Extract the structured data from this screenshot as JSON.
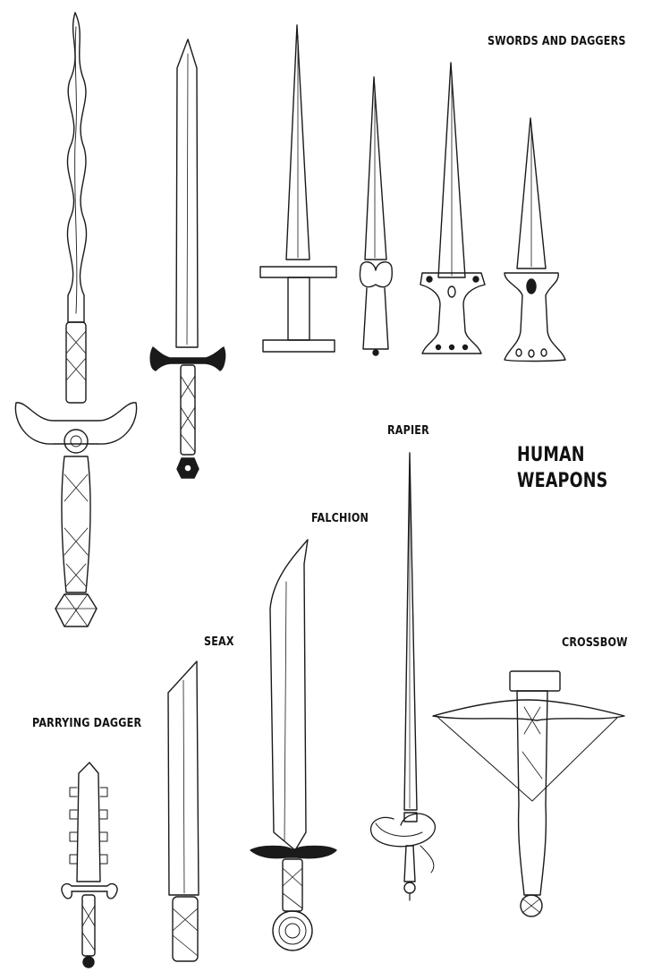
{
  "sheet": {
    "heading_line1": "HUMAN",
    "heading_line2": "WEAPONS",
    "labels": {
      "swords": "SWORDS AND DAGGERS",
      "rapier": "RAPIER",
      "falchion": "FALCHION",
      "seax": "SEAX",
      "crossbow": "CROSSBOW",
      "parrying": "PARRYING DAGGER"
    }
  },
  "ink_color": "#1a1a1a",
  "paper_color": "#ffffff"
}
